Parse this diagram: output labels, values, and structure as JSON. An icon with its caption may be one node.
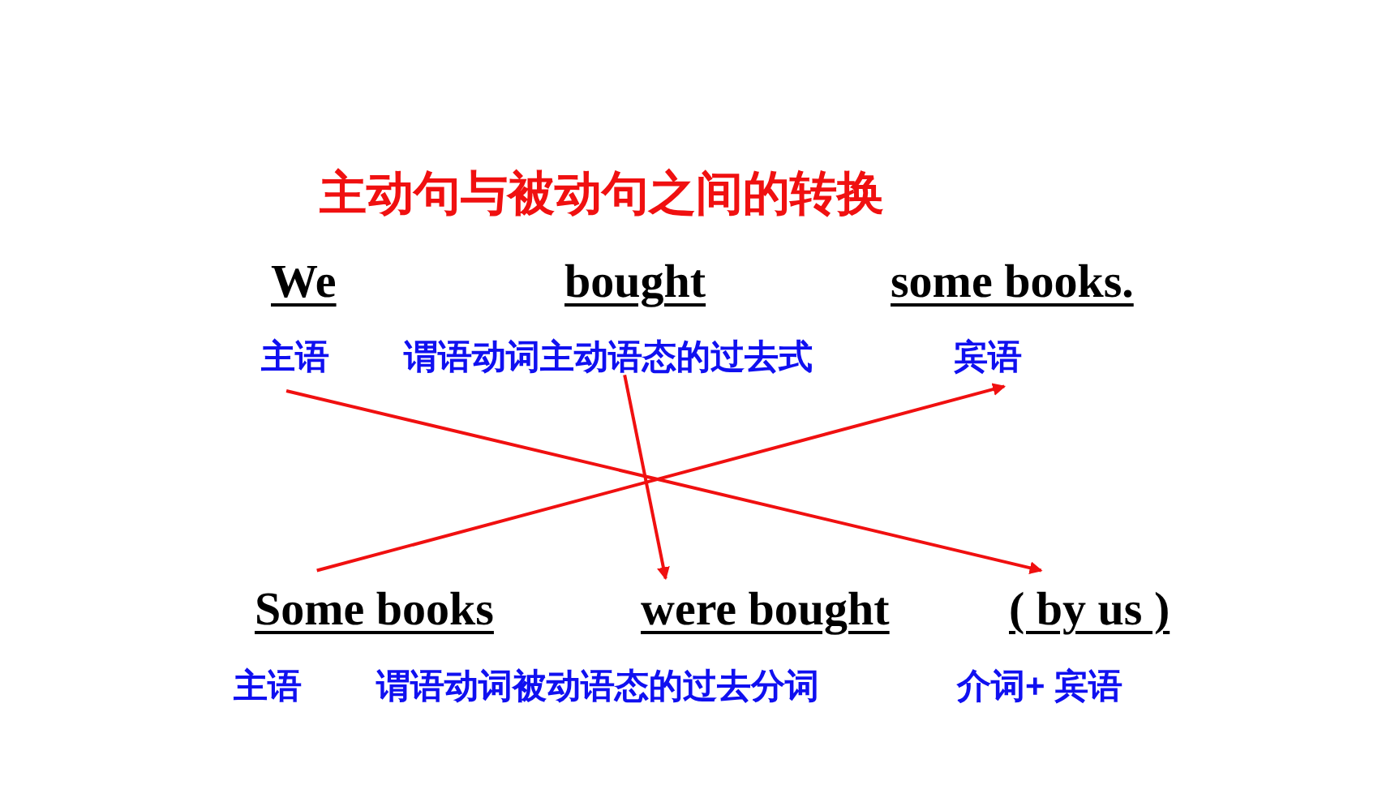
{
  "diagram": {
    "title": "主动句与被动句之间的转换",
    "nodes": [
      {
        "text": [
          "We"
        ]
      },
      {
        "text": [
          "bought"
        ]
      },
      {
        "text": [
          "some books."
        ]
      },
      {
        "text": [
          "主语"
        ]
      },
      {
        "text": [
          "谓语动词主动语态的过去式"
        ]
      },
      {
        "text": [
          "宾语"
        ]
      },
      {
        "text": [
          "Some books"
        ]
      },
      {
        "text": [
          "were bought"
        ]
      },
      {
        "text": [
          "( by us )"
        ]
      },
      {
        "text": [
          "主语"
        ]
      },
      {
        "text": [
          "谓语动词被动语态的过去分词"
        ]
      },
      {
        "text": [
          "介词+ 宾语"
        ]
      }
    ],
    "edges": [
      {
        "from": 3,
        "to": 8,
        "arrow": "to"
      },
      {
        "from": 6,
        "to": 5,
        "arrow": "to"
      },
      {
        "from": 4,
        "to": 7,
        "arrow": "to"
      }
    ]
  }
}
